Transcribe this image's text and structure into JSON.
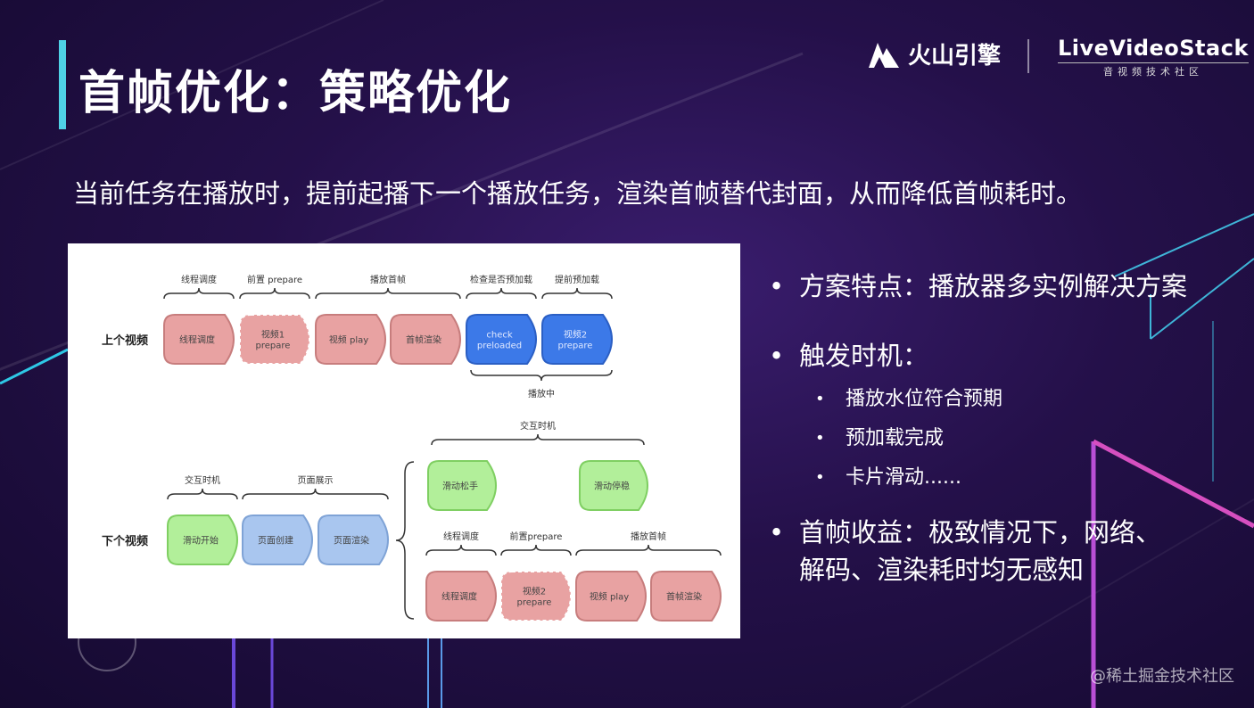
{
  "slide": {
    "title": "首帧优化：策略优化",
    "subtitle": "当前任务在播放时，提前起播下一个播放任务，渲染首帧替代封面，从而降低首帧耗时。",
    "watermark": "@稀土掘金技术社区"
  },
  "logos": {
    "volc": "火山引擎",
    "lvs_main": "LiveVideoStack",
    "lvs_sub": "音视频技术社区"
  },
  "colors": {
    "accent_bar": "#4fd1e6",
    "pink": "#e8a2a2",
    "blue": "#3c79e8",
    "light_blue": "#a9c6ef",
    "green": "#b2ef9a"
  },
  "diagram": {
    "row_labels": {
      "top": "上个视频",
      "bottom": "下个视频"
    },
    "top_row": {
      "brace_labels": [
        "线程调度",
        "前置 prepare",
        "播放首帧",
        "检查是否预加载",
        "提前预加载"
      ],
      "blocks": [
        {
          "lines": [
            "线程调度"
          ],
          "style": "pink"
        },
        {
          "lines": [
            "视频1",
            "prepare"
          ],
          "style": "pink-dashed"
        },
        {
          "lines": [
            "视频 play"
          ],
          "style": "pink"
        },
        {
          "lines": [
            "首帧渲染"
          ],
          "style": "pink"
        },
        {
          "lines": [
            "check",
            "preloaded"
          ],
          "style": "blue"
        },
        {
          "lines": [
            "视频2",
            "prepare"
          ],
          "style": "blue"
        }
      ],
      "under_label": "播放中"
    },
    "bottom_row": {
      "brace_labels": [
        "交互时机",
        "页面展示"
      ],
      "blocks": [
        {
          "lines": [
            "滑动开始"
          ],
          "style": "green"
        },
        {
          "lines": [
            "页面创建"
          ],
          "style": "light-blue"
        },
        {
          "lines": [
            "页面渲染"
          ],
          "style": "light-blue"
        }
      ]
    },
    "branch": {
      "top_brace_label": "交互时机",
      "upper_blocks": [
        {
          "lines": [
            "滑动松手"
          ],
          "style": "green"
        },
        {
          "lines": [
            "滑动停稳"
          ],
          "style": "green"
        }
      ],
      "lower_brace_labels": [
        "线程调度",
        "前置prepare",
        "播放首帧"
      ],
      "lower_blocks": [
        {
          "lines": [
            "线程调度"
          ],
          "style": "pink"
        },
        {
          "lines": [
            "视频2",
            "prepare"
          ],
          "style": "pink-dashed"
        },
        {
          "lines": [
            "视频 play"
          ],
          "style": "pink"
        },
        {
          "lines": [
            "首帧渲染"
          ],
          "style": "pink"
        }
      ]
    }
  },
  "bullets": [
    {
      "text": "方案特点：播放器多实例解决方案",
      "sub": []
    },
    {
      "text": "触发时机：",
      "sub": [
        "播放水位符合预期",
        "预加载完成",
        "卡片滑动......"
      ]
    },
    {
      "text": "首帧收益：极致情况下，网络、",
      "cont": "解码、渲染耗时均无感知",
      "sub": []
    }
  ]
}
